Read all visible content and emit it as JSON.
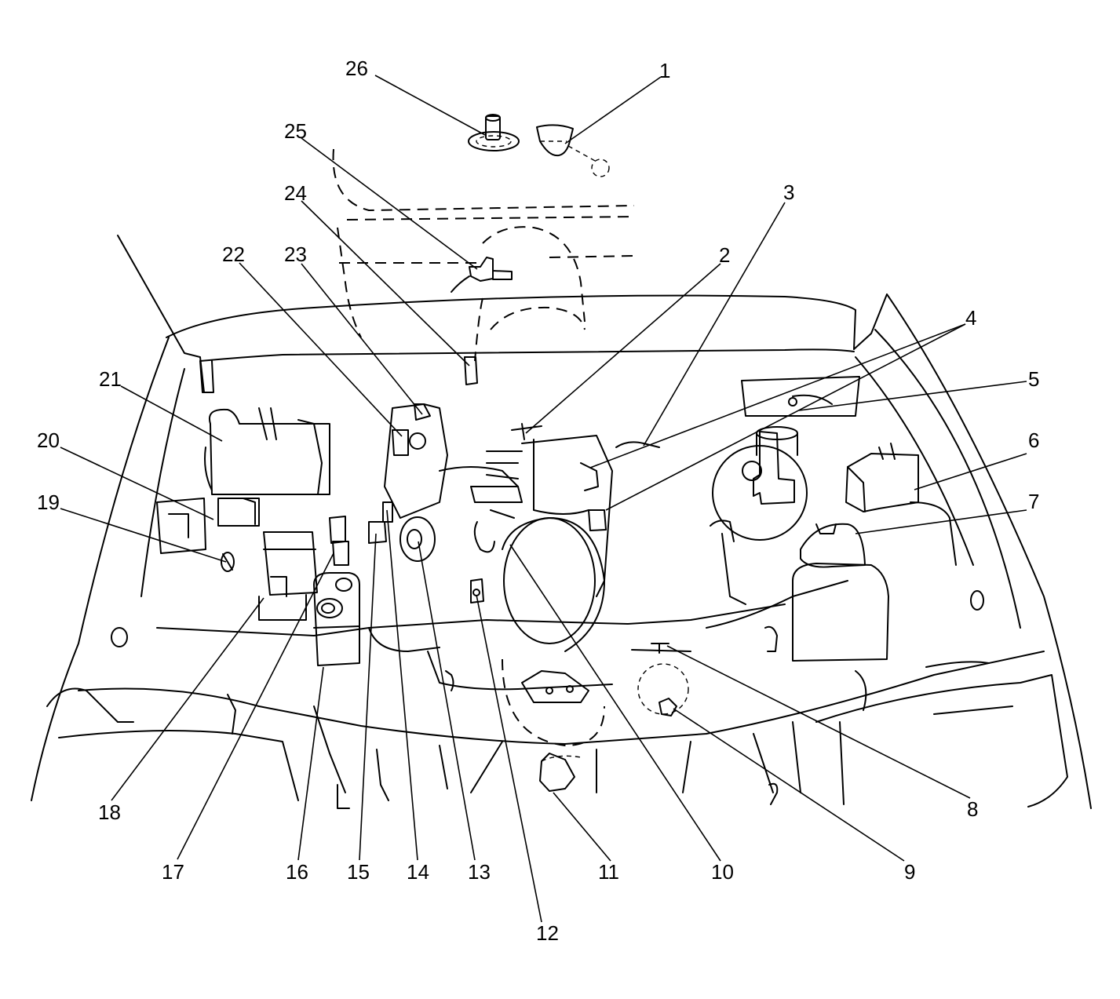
{
  "diagram": {
    "callouts": [
      {
        "label": "1"
      },
      {
        "label": "2"
      },
      {
        "label": "3"
      },
      {
        "label": "4"
      },
      {
        "label": "5"
      },
      {
        "label": "6"
      },
      {
        "label": "7"
      },
      {
        "label": "8"
      },
      {
        "label": "9"
      },
      {
        "label": "10"
      },
      {
        "label": "11"
      },
      {
        "label": "12"
      },
      {
        "label": "13"
      },
      {
        "label": "14"
      },
      {
        "label": "15"
      },
      {
        "label": "16"
      },
      {
        "label": "17"
      },
      {
        "label": "18"
      },
      {
        "label": "19"
      },
      {
        "label": "20"
      },
      {
        "label": "21"
      },
      {
        "label": "22"
      },
      {
        "label": "23"
      },
      {
        "label": "24"
      },
      {
        "label": "25"
      },
      {
        "label": "26"
      }
    ]
  }
}
